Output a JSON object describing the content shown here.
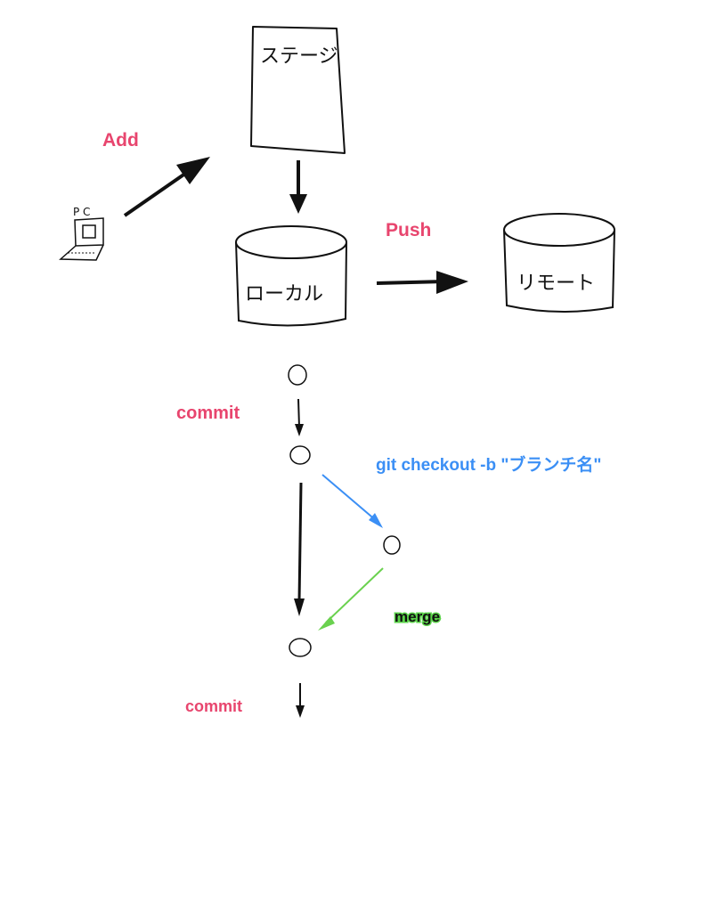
{
  "nodes": {
    "pc": "P C",
    "stage": "ステージ",
    "local": "ローカル",
    "remote": "リモート"
  },
  "labels": {
    "add": "Add",
    "push": "Push",
    "commit1": "commit",
    "checkout": "git  checkout -b \"ブランチ名\"",
    "merge": "merge",
    "commit2": "commit"
  },
  "colors": {
    "label_pink": "#e8456e",
    "checkout_blue": "#3b8ff5",
    "merge_green": "#5bd44a",
    "ink": "#111111"
  }
}
